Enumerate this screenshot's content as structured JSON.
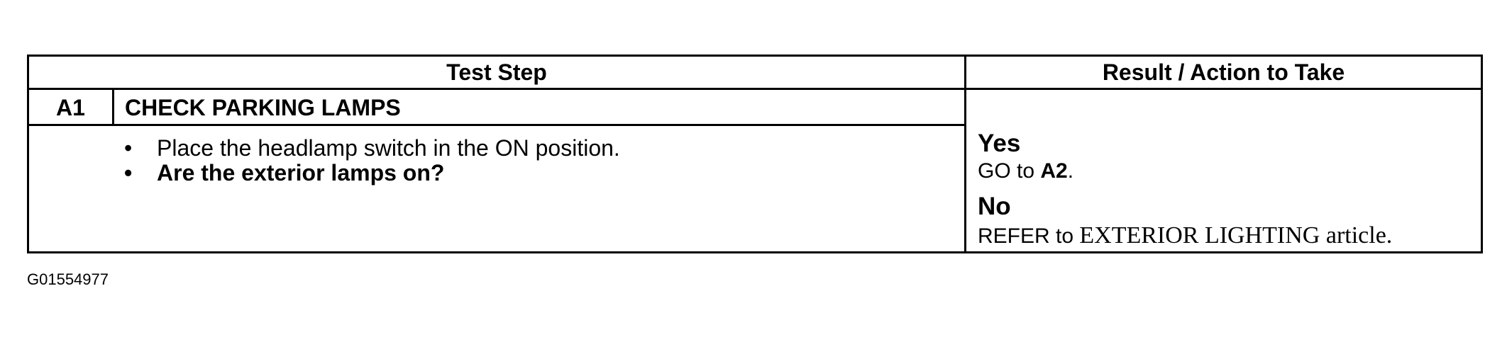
{
  "table": {
    "header": {
      "test_step": "Test Step",
      "result_action": "Result / Action to Take"
    },
    "step": {
      "id": "A1",
      "title": "CHECK PARKING LAMPS",
      "instructions": [
        "Place the headlamp switch in the ON position.",
        "Are the exterior lamps on?"
      ],
      "bullet": "•"
    },
    "results": {
      "yes": {
        "label": "Yes",
        "action_prefix": "GO to",
        "action_target": "A2",
        "action_suffix": "."
      },
      "no": {
        "label": "No",
        "action_prefix": "REFER to",
        "action_reference": "EXTERIOR LIGHTING article."
      }
    }
  },
  "figure_id": "G01554977"
}
